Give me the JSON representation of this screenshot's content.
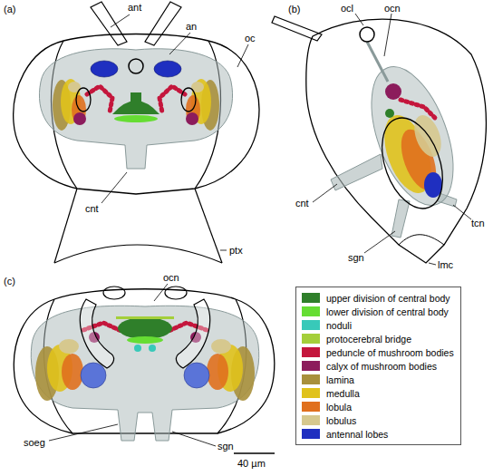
{
  "diagram": {
    "labels": [
      "(a)",
      "ant",
      "an",
      "oc",
      "cnt",
      "ptx",
      "(b)",
      "ocl",
      "ocn",
      "cnt",
      "tcn",
      "sgn",
      "lmc",
      "(c)",
      "ocn",
      "soeg",
      "sgn",
      "40 µm"
    ],
    "legend": [
      {
        "text": "upper division of central body",
        "color": "#2f7f2a"
      },
      {
        "text": "lower division of central body",
        "color": "#66dd33"
      },
      {
        "text": "noduli",
        "color": "#38c9b9"
      },
      {
        "text": "protocerebral bridge",
        "color": "#a4cf3a"
      },
      {
        "text": "peduncle of mushroom bodies",
        "color": "#c4163c"
      },
      {
        "text": "calyx of mushroom bodies",
        "color": "#8c1c5c"
      },
      {
        "text": "lamina",
        "color": "#a8903c"
      },
      {
        "text": "medulla",
        "color": "#e0c21c"
      },
      {
        "text": "lobula",
        "color": "#e0701e"
      },
      {
        "text": "lobulus",
        "color": "#d6c88e"
      },
      {
        "text": "antennal lobes",
        "color": "#1f2fc0"
      }
    ]
  }
}
